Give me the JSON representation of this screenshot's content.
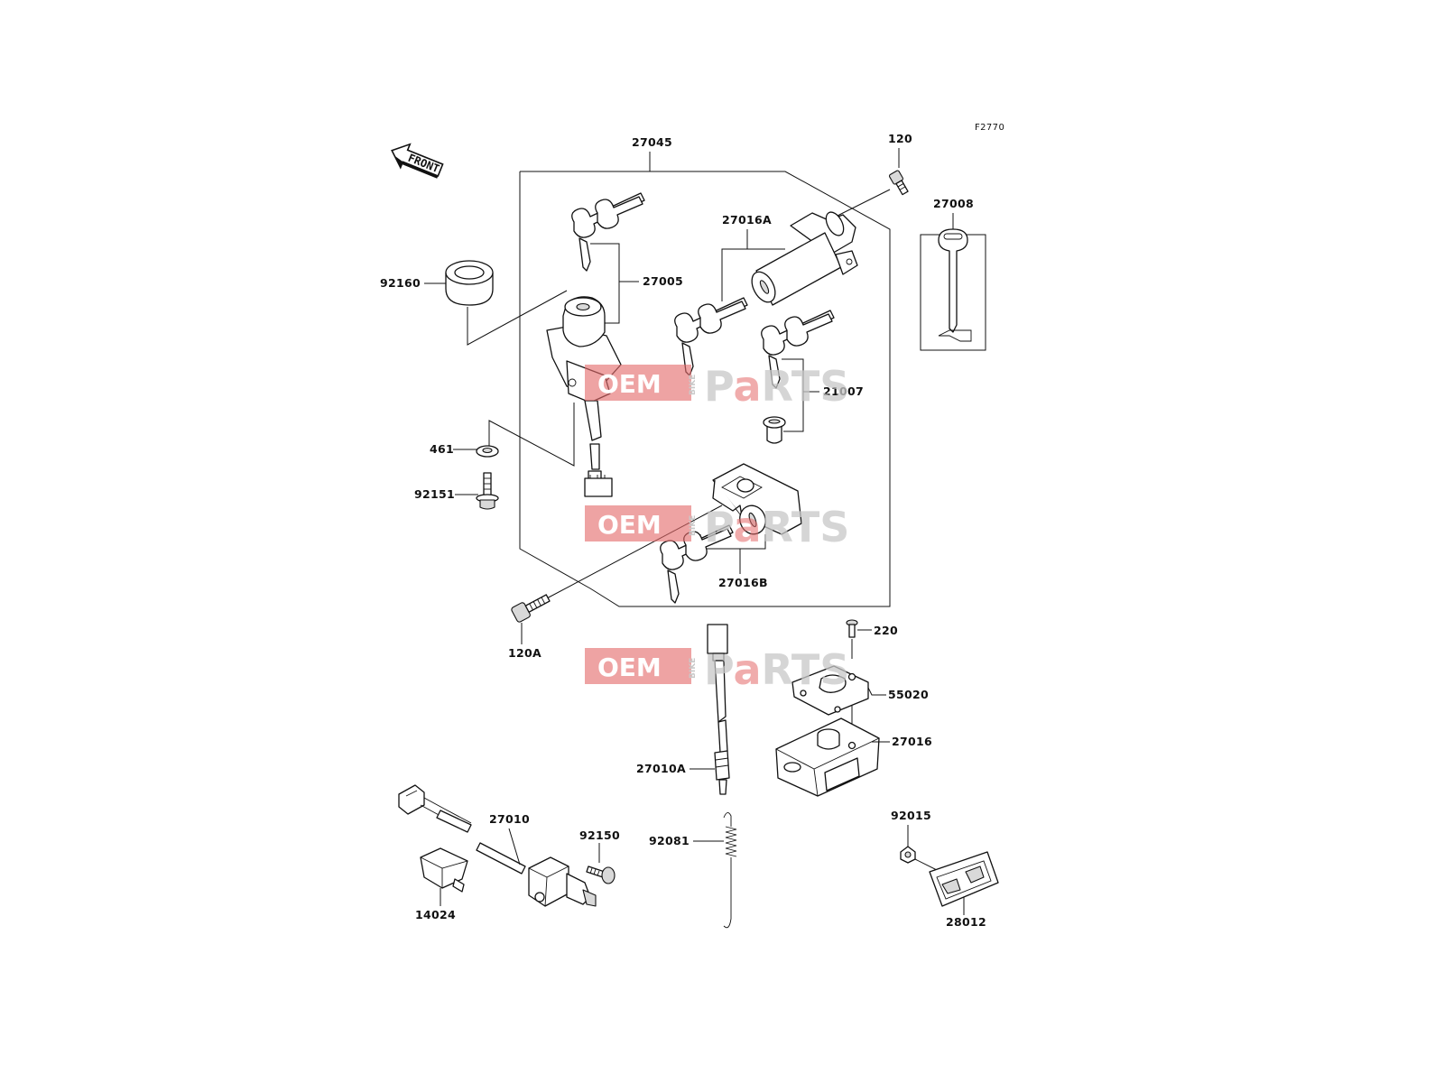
{
  "diagram_code": "F2770",
  "front_arrow_label": "FRONT",
  "labels": {
    "p27045": "27045",
    "p120": "120",
    "p27008": "27008",
    "p27016A": "27016A",
    "p92160": "92160",
    "p27005": "27005",
    "p21007": "21007",
    "p461": "461",
    "p92151": "92151",
    "p27016B": "27016B",
    "p120A": "120A",
    "p220": "220",
    "p55020": "55020",
    "p27016": "27016",
    "p27010A": "27010A",
    "p92081": "92081",
    "p27010": "27010",
    "p92150": "92150",
    "p14024": "14024",
    "p92015": "92015",
    "p28012": "28012"
  },
  "watermark": {
    "oem": "OEM",
    "bike": "BIKE",
    "parts_pre": "P",
    "parts_a": "a",
    "parts_post": "RTS",
    "brand_color": "#e46b6b"
  }
}
